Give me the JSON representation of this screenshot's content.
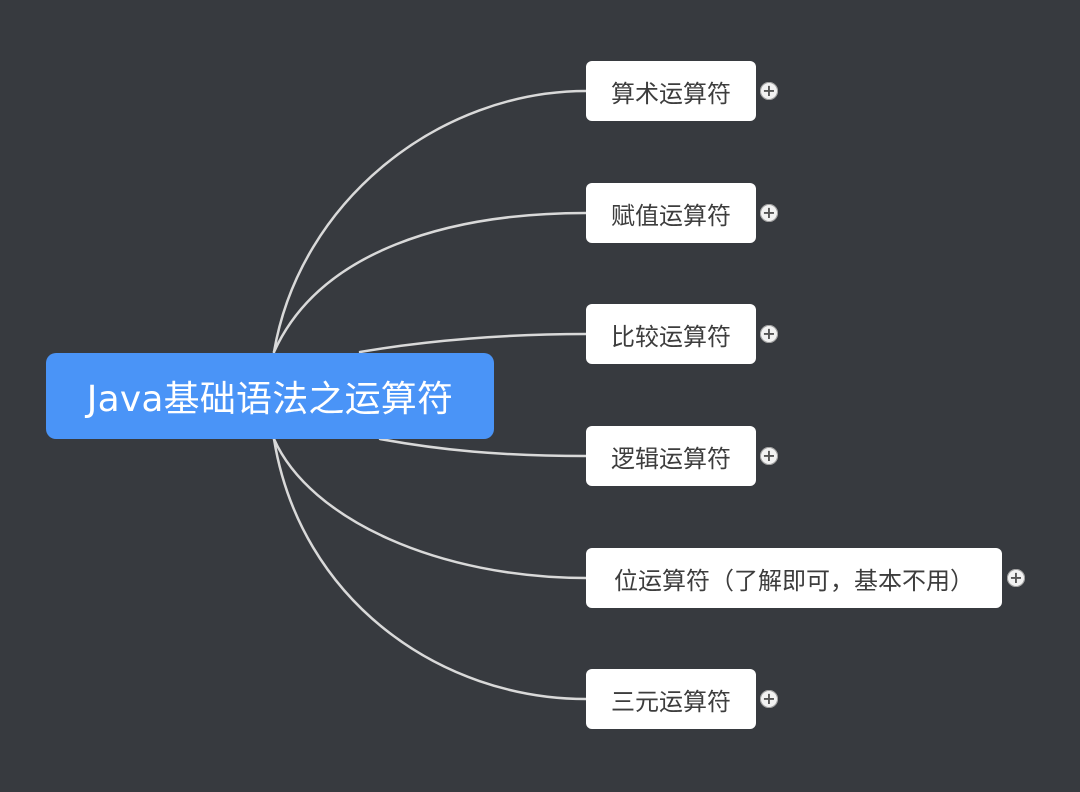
{
  "root": {
    "label": "Java基础语法之运算符"
  },
  "branches": [
    {
      "label": "算术运算符",
      "collapsed_icon": "plus-icon"
    },
    {
      "label": "赋值运算符",
      "collapsed_icon": "plus-icon"
    },
    {
      "label": "比较运算符",
      "collapsed_icon": "plus-icon"
    },
    {
      "label": "逻辑运算符",
      "collapsed_icon": "plus-icon"
    },
    {
      "label": "位运算符（了解即可，基本不用）",
      "collapsed_icon": "plus-icon"
    },
    {
      "label": "三元运算符",
      "collapsed_icon": "plus-icon"
    }
  ],
  "colors": {
    "background": "#373a3f",
    "root_fill": "#4a94f7",
    "branch_fill": "#ffffff",
    "edge": "#d9d9d9"
  }
}
